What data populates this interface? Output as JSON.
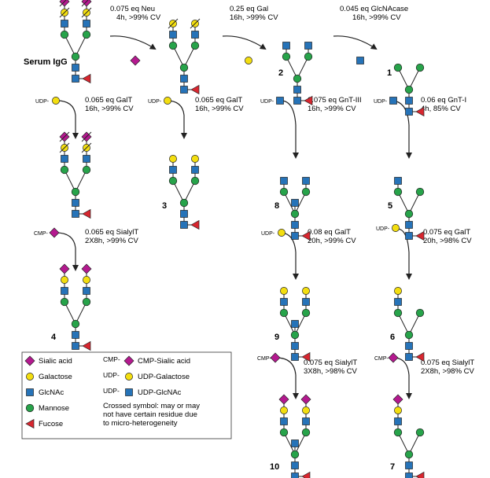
{
  "colors": {
    "sialic": "#b4198f",
    "galactose": "#f3de10",
    "glcnac": "#2673b8",
    "mannose": "#27a34a",
    "fucose": "#d8262f",
    "line": "#222222"
  },
  "start_label": "Serum IgG",
  "compounds": [
    {
      "id": "2",
      "label": "2"
    },
    {
      "id": "1",
      "label": "1"
    },
    {
      "id": "3",
      "label": "3"
    },
    {
      "id": "8",
      "label": "8"
    },
    {
      "id": "5",
      "label": "5"
    },
    {
      "id": "4",
      "label": "4"
    },
    {
      "id": "9",
      "label": "9"
    },
    {
      "id": "6",
      "label": "6"
    },
    {
      "id": "10",
      "label": "10"
    },
    {
      "id": "7",
      "label": "7"
    }
  ],
  "reactions": [
    {
      "id": "neu",
      "line1": "0.075 eq Neu",
      "line2": "4h, >99% CV",
      "removed": "sialic"
    },
    {
      "id": "gal",
      "line1": "0.25 eq Gal",
      "line2": "16h, >99% CV",
      "removed": "galactose"
    },
    {
      "id": "glcnacase",
      "line1": "0.045 eq GlcNAcase",
      "line2": "16h, >99% CV",
      "removed": "glcnac"
    },
    {
      "id": "galt-a",
      "line1": "0.065 eq GalT",
      "line2": "16h, >99% CV",
      "donor_prefix": "UDP-",
      "donor": "galactose"
    },
    {
      "id": "galt-b",
      "line1": "0.065 eq GalT",
      "line2": "16h, >99% CV",
      "donor_prefix": "UDP-",
      "donor": "galactose"
    },
    {
      "id": "gntiii",
      "line1": "0.075 eq GnT-III",
      "line2": "16h, >99% CV",
      "donor_prefix": "UDP-",
      "donor": "glcnac"
    },
    {
      "id": "gnti",
      "line1": "0.06 eq GnT-I",
      "line2": "4h, 85% CV",
      "donor_prefix": "UDP-",
      "donor": "glcnac"
    },
    {
      "id": "sialyt-a",
      "line1": "0.065 eq SialylT",
      "line2": "2X8h, >99% CV",
      "donor_prefix": "CMP-",
      "donor": "sialic"
    },
    {
      "id": "galt-c",
      "line1": "0.08 eq GalT",
      "line2": "20h, >99% CV",
      "donor_prefix": "UDP-",
      "donor": "galactose"
    },
    {
      "id": "galt-d",
      "line1": "0.075 eq GalT",
      "line2": "20h, >98% CV",
      "donor_prefix": "UDP-",
      "donor": "galactose"
    },
    {
      "id": "sialyt-b",
      "line1": "0.075 eq SialylT",
      "line2": "3X8h, >98% CV",
      "donor_prefix": "CMP-",
      "donor": "sialic"
    },
    {
      "id": "sialyt-c",
      "line1": "0.075 eq SialylT",
      "line2": "2X8h, >98% CV",
      "donor_prefix": "CMP-",
      "donor": "sialic"
    }
  ],
  "legend": {
    "items": [
      {
        "symbol": "sialic",
        "label": "Sialic acid"
      },
      {
        "symbol": "galactose",
        "label": "Galactose"
      },
      {
        "symbol": "glcnac",
        "label": "GlcNAc"
      },
      {
        "symbol": "mannose",
        "label": "Mannose"
      },
      {
        "symbol": "fucose",
        "label": "Fucose"
      }
    ],
    "donors": [
      {
        "prefix": "CMP-",
        "symbol": "sialic",
        "label": "CMP-Sialic acid"
      },
      {
        "prefix": "UDP-",
        "symbol": "galactose",
        "label": "UDP-Galactose"
      },
      {
        "prefix": "UDP-",
        "symbol": "glcnac",
        "label": "UDP-GlcNAc"
      }
    ],
    "note_lines": [
      "Crossed symbol: may or may",
      "not  have certain residue due",
      "to micro-heterogeneity"
    ]
  }
}
